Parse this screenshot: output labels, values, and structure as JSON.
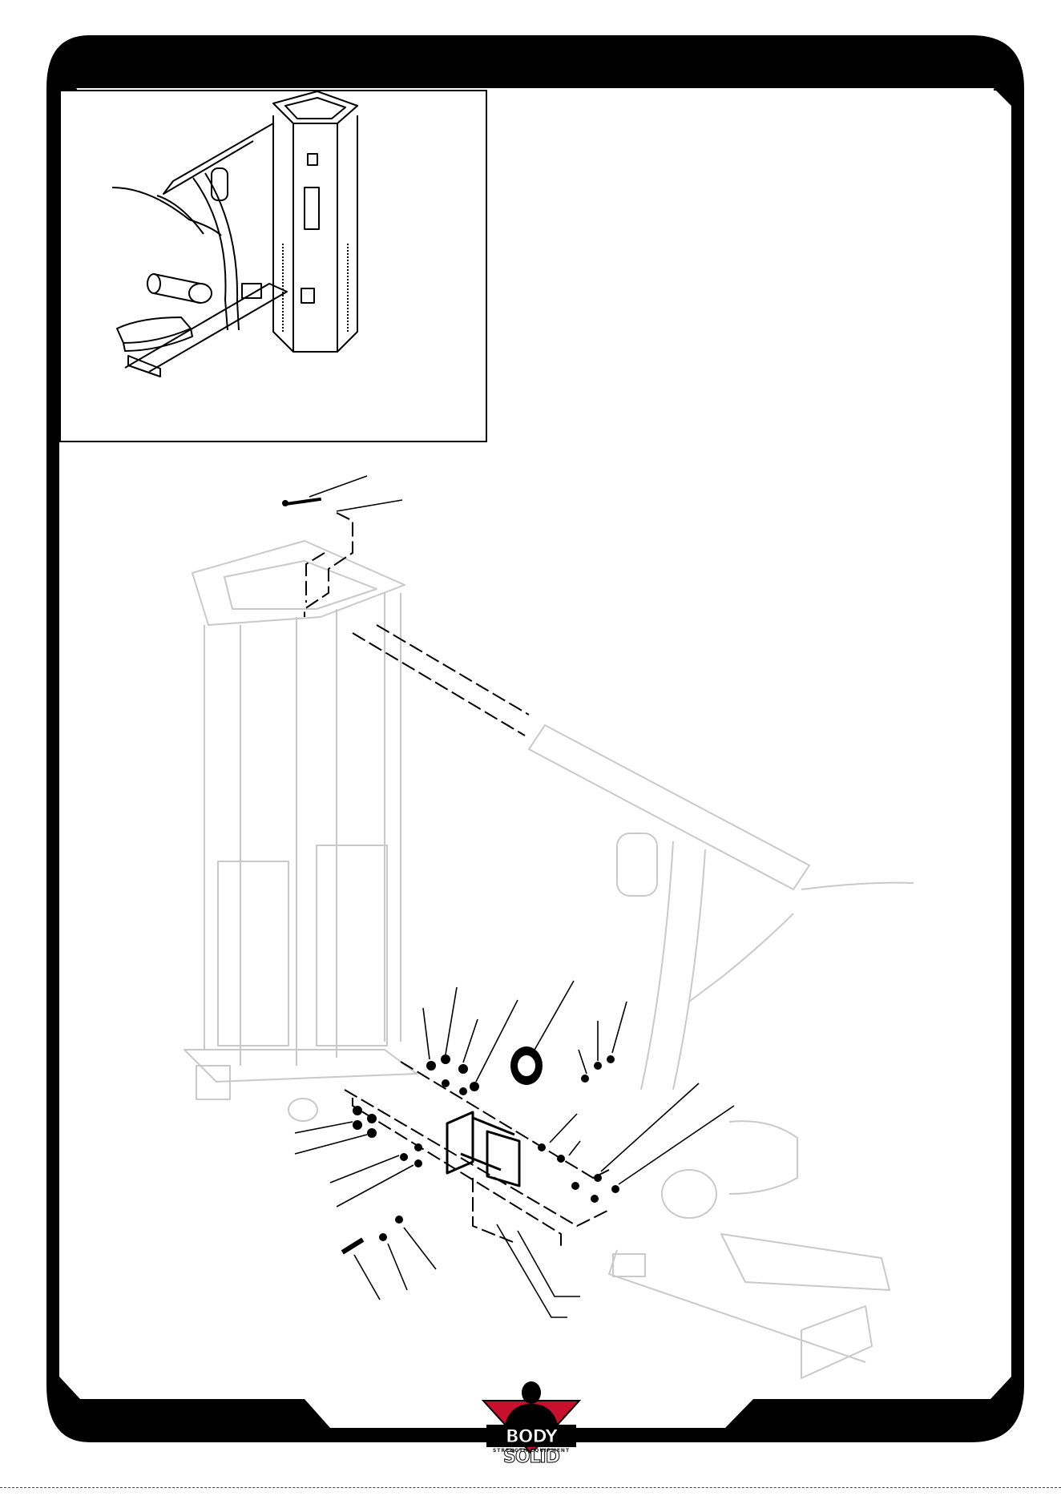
{
  "page": {
    "frame_color": "#000000",
    "logo_colors": {
      "accent": "#c8102e",
      "dark": "#000000"
    }
  },
  "inset": {
    "image": "assembled-machine-illustration"
  },
  "diagram": {
    "image": "exploded-assembly-illustration",
    "callout_count": 23
  },
  "logo": {
    "brand": "BODY SOLID",
    "tagline": "STRENGTH EQUIPMENT"
  }
}
